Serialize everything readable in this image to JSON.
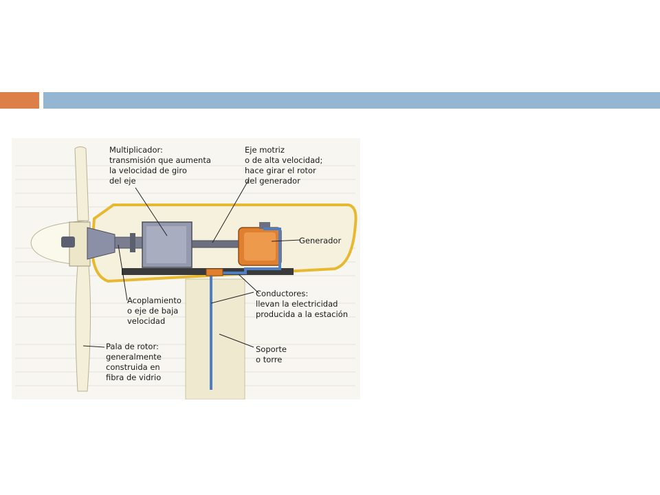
{
  "slide": {
    "accent_color": "#dd8047",
    "bar_color": "#94b6d2"
  },
  "diagram": {
    "labels": {
      "multiplicador": [
        "Multiplicador:",
        "transmisión que aumenta",
        "la velocidad de giro",
        "del eje"
      ],
      "eje_motriz": [
        "Eje motriz",
        "o de alta velocidad;",
        "hace girar el rotor",
        "del generador"
      ],
      "generador": [
        "Generador"
      ],
      "acoplamiento": [
        "Acoplamiento",
        "o eje de baja",
        "velocidad"
      ],
      "conductores": [
        "Conductores:",
        "llevan la electricidad",
        "producida a la estación"
      ],
      "soporte": [
        "Soporte",
        "o torre"
      ],
      "pala": [
        "Pala de rotor:",
        "generalmente",
        "construida en",
        "fibra de vidrio"
      ]
    },
    "colors": {
      "nacelle_outline": "#e8b830",
      "nacelle_fill": "#f6f1dd",
      "blade": "#f3efd9",
      "gearbox": "#8c90a6",
      "generator": "#e0802f",
      "conductor": "#4e7fc4",
      "shaft": "#6b6f80"
    }
  }
}
